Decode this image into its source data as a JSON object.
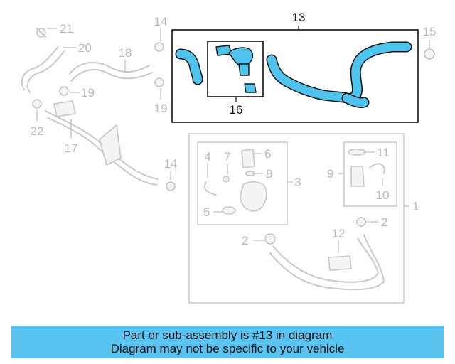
{
  "diagram": {
    "callouts": {
      "c1": "1",
      "c2a": "2",
      "c2b": "2",
      "c3": "3",
      "c4": "4",
      "c5": "5",
      "c6": "6",
      "c7": "7",
      "c8": "8",
      "c9": "9",
      "c10": "10",
      "c11": "11",
      "c12": "12",
      "c13": "13",
      "c14a": "14",
      "c14b": "14",
      "c15": "15",
      "c16": "16",
      "c17": "17",
      "c18": "18",
      "c19": "19",
      "c20": "20",
      "c21": "21",
      "c22": "22"
    },
    "highlighted_part": "13",
    "colors": {
      "highlight": "#4ec3ee",
      "ghost": "#c9c9c9",
      "banner": "#59c3f2"
    }
  },
  "banner": {
    "line1": "Part or sub-assembly is #13 in diagram",
    "line2": "Diagram may not be specific to your vehicle"
  }
}
